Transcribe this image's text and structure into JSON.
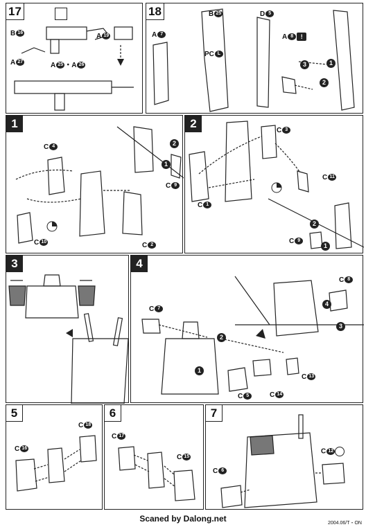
{
  "steps": {
    "s17": {
      "number": "17",
      "labels": {
        "b16": "B",
        "b16n": "16",
        "a27": "A",
        "a27n": "27",
        "a25a26": "A",
        "a25n": "25",
        "dot": "・A",
        "a26n": "26",
        "a19": "A",
        "a19n": "19"
      }
    },
    "s18": {
      "number": "18",
      "labels": {
        "a7": "A",
        "a7n": "7",
        "b25": "B",
        "b25n": "25",
        "d5": "D",
        "d5n": "5",
        "pc": "PC",
        "pcn": "L",
        "a8": "A",
        "a8n": "8",
        "warn": "!"
      },
      "arrows": [
        "3",
        "2",
        "1"
      ]
    },
    "s1": {
      "number": "1",
      "labels": {
        "c4": "C",
        "c4n": "4",
        "c10": "C",
        "c10n": "10",
        "c9": "C",
        "c9n": "9",
        "c2": "C",
        "c2n": "2"
      },
      "arrows": [
        "2",
        "1"
      ]
    },
    "s2": {
      "number": "2",
      "labels": {
        "c3": "C",
        "c3n": "3",
        "c1": "C",
        "c1n": "1",
        "c11": "C",
        "c11n": "11",
        "c9": "C",
        "c9n": "9"
      },
      "arrows": [
        "2",
        "1"
      ]
    },
    "s3": {
      "number": "3"
    },
    "s4": {
      "number": "4",
      "labels": {
        "c7": "C",
        "c7n": "7",
        "c8": "C",
        "c8n": "8",
        "c5": "C",
        "c5n": "5",
        "c14": "C",
        "c14n": "14",
        "c13": "C",
        "c13n": "13"
      },
      "arrows": [
        "2",
        "1",
        "4",
        "3"
      ]
    },
    "s5": {
      "number": "5",
      "labels": {
        "c16": "C",
        "c16n": "16",
        "c18": "C",
        "c18n": "18"
      }
    },
    "s6": {
      "number": "6",
      "labels": {
        "c17": "C",
        "c17n": "17",
        "c15": "C",
        "c15n": "15"
      }
    },
    "s7": {
      "number": "7",
      "labels": {
        "c6": "C",
        "c6n": "6",
        "c12": "C",
        "c12n": "12"
      }
    }
  },
  "footer": {
    "credit": "Scaned by Dalong.net",
    "code": "2004.06/T・ON"
  }
}
